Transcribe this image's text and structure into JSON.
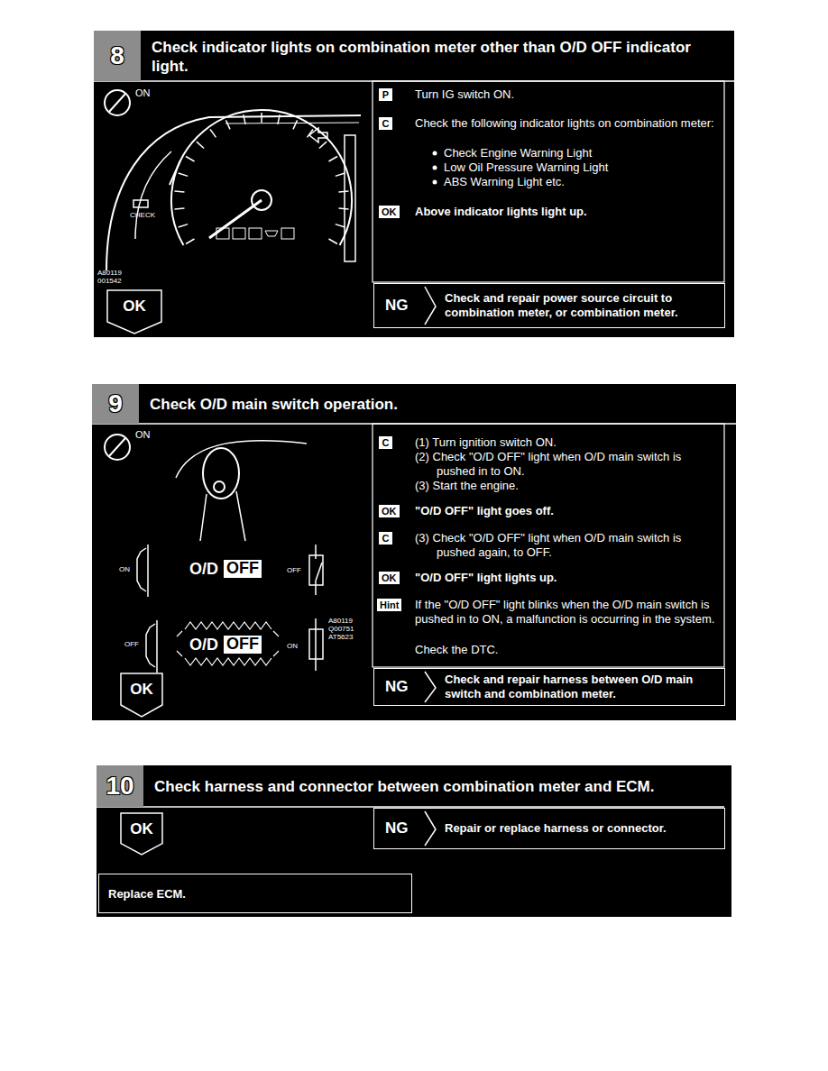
{
  "diagram": {
    "nodes": [
      {
        "text": [
          "8",
          "Check indicator lights on combination meter other than O/D OFF indicator light."
        ]
      },
      {
        "text": [
          "OK"
        ],
        "in": 0
      },
      {
        "text": [
          "NG",
          "Check and repair power source circuit to combination meter, or combination meter."
        ],
        "in": 0
      },
      {
        "text": [
          "9",
          "Check O/D main switch operation."
        ]
      },
      {
        "text": [
          "OK"
        ],
        "in": 3
      },
      {
        "text": [
          "NG",
          "Check and repair harness between O/D main switch and combination meter."
        ],
        "in": 3
      },
      {
        "text": [
          "10",
          "Check harness and connector between combination meter and ECM."
        ]
      },
      {
        "text": [
          "OK"
        ],
        "in": 6
      },
      {
        "text": [
          "NG",
          "Repair or replace harness or connector."
        ],
        "in": 6
      },
      {
        "text": [
          "Replace ECM."
        ],
        "in": 6
      }
    ],
    "labels": [
      "ON",
      "CHECK",
      "A80119",
      "001542",
      "P",
      "Turn IG switch ON.",
      "C",
      "Check the following indicator lights on combination meter:",
      "Check Engine Warning Light",
      "Low Oil Pressure Warning Light",
      "ABS Warning Light etc.",
      "OK",
      "Above indicator lights light up.",
      "ON",
      "ON",
      "O/D",
      "OFF",
      "OFF",
      "OFF",
      "O/D",
      "OFF",
      "ON",
      "A80119",
      "Q00751",
      "AT5623",
      "C",
      "(1) Turn ignition switch ON.",
      "(2) Check \"O/D OFF\" light when O/D main switch is pushed in to ON.",
      "(3) Start the engine.",
      "OK",
      "\"O/D OFF\" light goes off.",
      "C",
      "(3) Check \"O/D OFF\" light when O/D main switch is pushed again, to OFF.",
      "OK",
      "\"O/D OFF\" light lights up.",
      "Hint",
      "If the \"O/D OFF\" light blinks when the O/D main switch is pushed in to ON, a malfunction is occurring in the system.",
      "Check the DTC."
    ]
  }
}
